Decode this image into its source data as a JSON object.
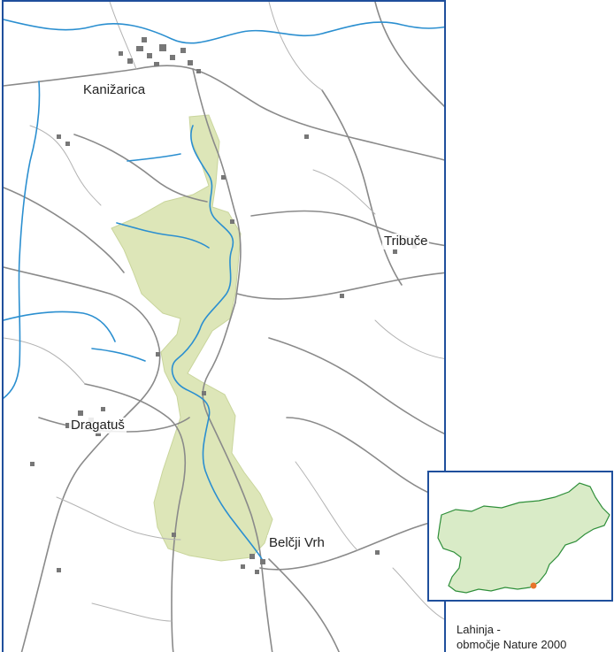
{
  "map": {
    "places": {
      "kanizarica": "Kanižarica",
      "tribuce": "Tribuče",
      "dragatus": "Dragatuš",
      "belcji_vrh": "Belčji Vrh"
    },
    "colors": {
      "frame": "#1f4f9c",
      "natura_area": "#dde6b8",
      "river": "#2b8fd0",
      "road": "#8a8a8a",
      "settlement": "#777777"
    }
  },
  "inset": {
    "country_fill": "#d9ebc7",
    "country_outline": "#2f8f3a",
    "site_marker": "#e8732a"
  },
  "caption": {
    "line1": "Lahinja -",
    "line2": "območje Nature 2000"
  }
}
